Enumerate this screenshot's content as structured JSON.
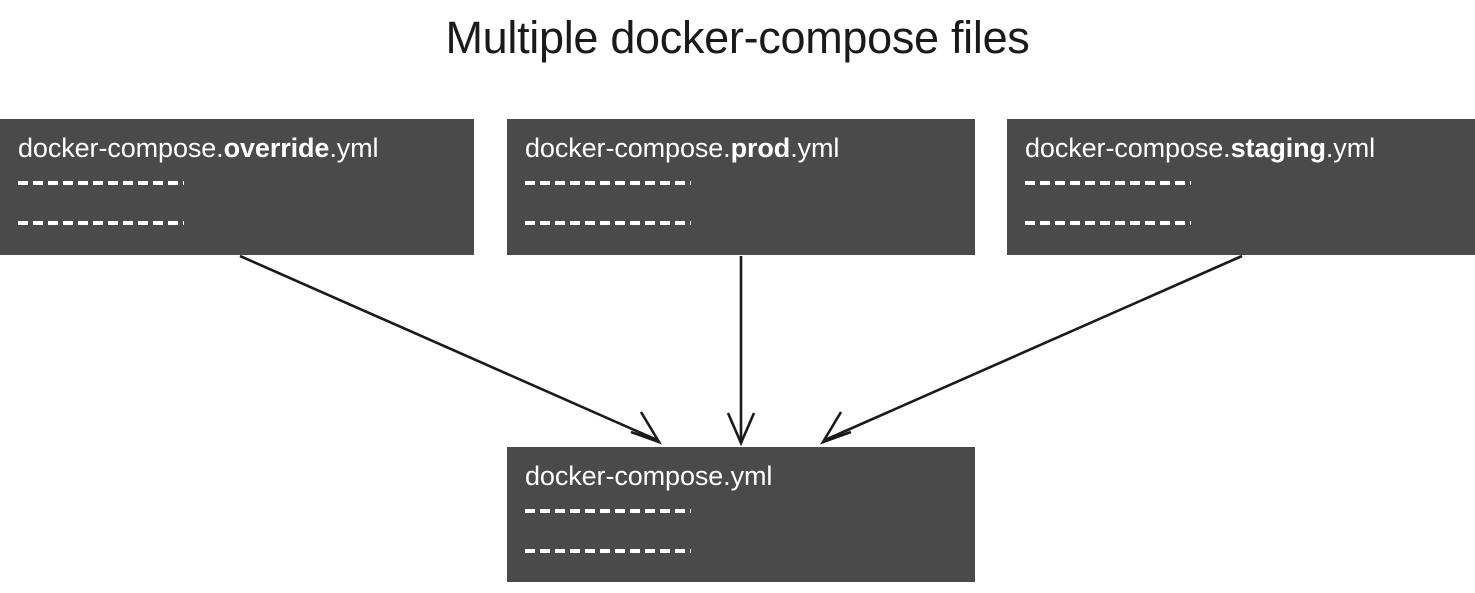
{
  "title": "Multiple docker-compose files",
  "colors": {
    "box_fill": "#4a4a4a",
    "box_text": "#ffffff",
    "title_text": "#1a1a1a",
    "arrow": "#1a1a1a",
    "background": "#ffffff"
  },
  "source_boxes": [
    {
      "id": "override",
      "prefix": "docker-compose.",
      "emphasis": "override",
      "suffix": ".yml",
      "full_name": "docker-compose.override.yml",
      "line_1": "- - - - - - - - - - -",
      "line_2": "- - - - - - - - - - -"
    },
    {
      "id": "prod",
      "prefix": "docker-compose.",
      "emphasis": "prod",
      "suffix": ".yml",
      "full_name": "docker-compose.prod.yml",
      "line_1": "- - - - - - - - - - -",
      "line_2": "- - - - - - - - - - -"
    },
    {
      "id": "staging",
      "prefix": "docker-compose.",
      "emphasis": "staging",
      "suffix": ".yml",
      "full_name": "docker-compose.staging.yml",
      "line_1": "- - - - - - - - - - -",
      "line_2": "- - - - - - - - - - -"
    }
  ],
  "target_box": {
    "id": "base",
    "prefix": "docker-compose.yml",
    "emphasis": "",
    "suffix": "",
    "full_name": "docker-compose.yml",
    "line_1": "- - - - - - - - - - -",
    "line_2": "- - - - - - - - - - -"
  },
  "arrows": [
    {
      "id": "override-to-base",
      "from": "docker-compose.override.yml",
      "to": "docker-compose.yml"
    },
    {
      "id": "prod-to-base",
      "from": "docker-compose.prod.yml",
      "to": "docker-compose.yml"
    },
    {
      "id": "staging-to-base",
      "from": "docker-compose.staging.yml",
      "to": "docker-compose.yml"
    }
  ]
}
